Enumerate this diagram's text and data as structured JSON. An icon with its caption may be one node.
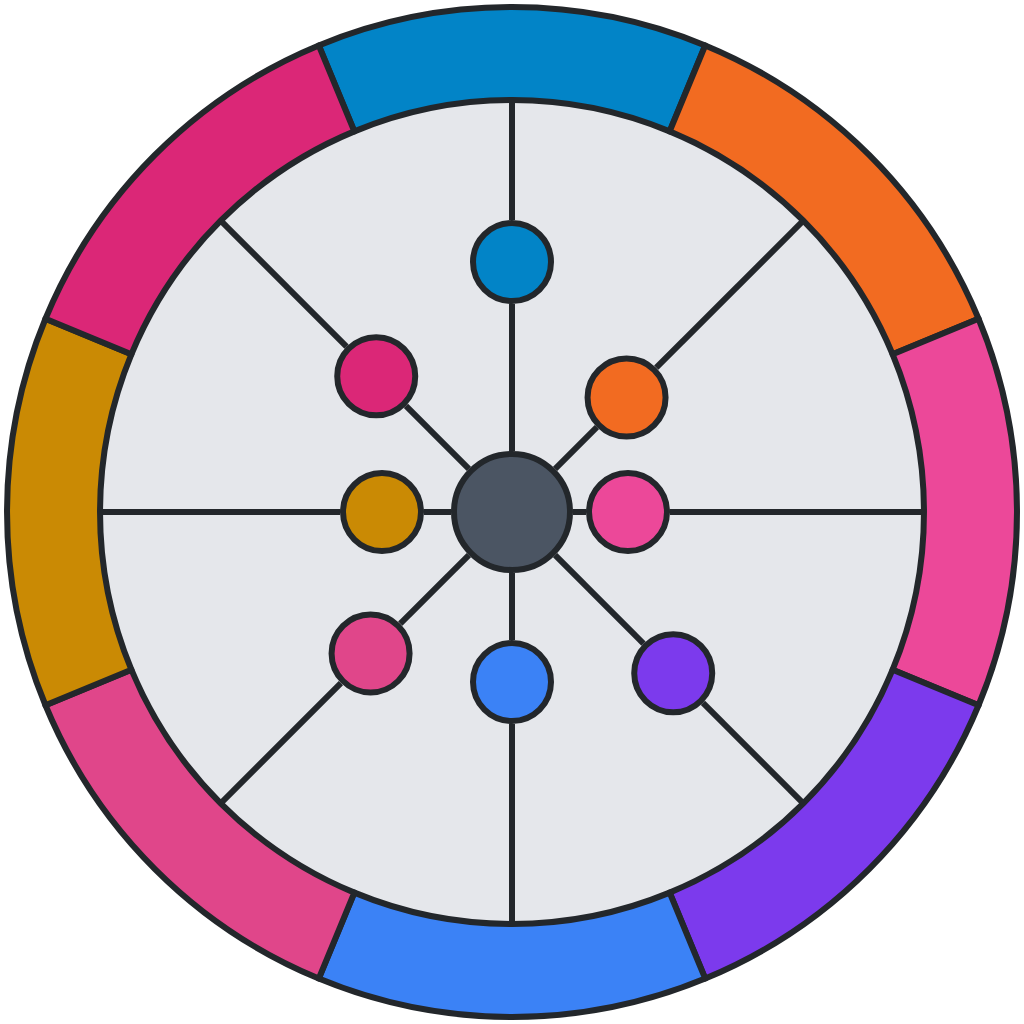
{
  "diagram": {
    "nodes": [
      {
        "text": [],
        "shape": "circle"
      },
      {
        "text": [],
        "shape": "circle"
      },
      {
        "text": [],
        "shape": "circle"
      },
      {
        "text": [],
        "shape": "circle"
      },
      {
        "text": [],
        "shape": "circle"
      },
      {
        "text": [],
        "shape": "circle"
      },
      {
        "text": [],
        "shape": "circle"
      },
      {
        "text": [],
        "shape": "circle"
      },
      {
        "text": [],
        "shape": "circle"
      },
      {
        "text": [],
        "shape": "band"
      },
      {
        "text": [],
        "shape": "band"
      },
      {
        "text": [],
        "shape": "band"
      },
      {
        "text": [],
        "shape": "band"
      },
      {
        "text": [],
        "shape": "band"
      },
      {
        "text": [],
        "shape": "band"
      },
      {
        "text": [],
        "shape": "band"
      },
      {
        "text": [],
        "shape": "band"
      }
    ],
    "edges": [
      {
        "from": 0,
        "to": 1,
        "arrow": "none"
      },
      {
        "from": 0,
        "to": 2,
        "arrow": "none"
      },
      {
        "from": 0,
        "to": 3,
        "arrow": "none"
      },
      {
        "from": 0,
        "to": 4,
        "arrow": "none"
      },
      {
        "from": 0,
        "to": 5,
        "arrow": "none"
      },
      {
        "from": 0,
        "to": 6,
        "arrow": "none"
      },
      {
        "from": 0,
        "to": 7,
        "arrow": "none"
      },
      {
        "from": 0,
        "to": 8,
        "arrow": "none"
      },
      {
        "from": 1,
        "to": 9,
        "arrow": "none"
      },
      {
        "from": 2,
        "to": 10,
        "arrow": "none"
      },
      {
        "from": 3,
        "to": 11,
        "arrow": "none"
      },
      {
        "from": 4,
        "to": 12,
        "arrow": "none"
      },
      {
        "from": 5,
        "to": 13,
        "arrow": "none"
      },
      {
        "from": 6,
        "to": 14,
        "arrow": "none"
      },
      {
        "from": 7,
        "to": 15,
        "arrow": "none"
      },
      {
        "from": 8,
        "to": 16,
        "arrow": "none"
      }
    ]
  }
}
